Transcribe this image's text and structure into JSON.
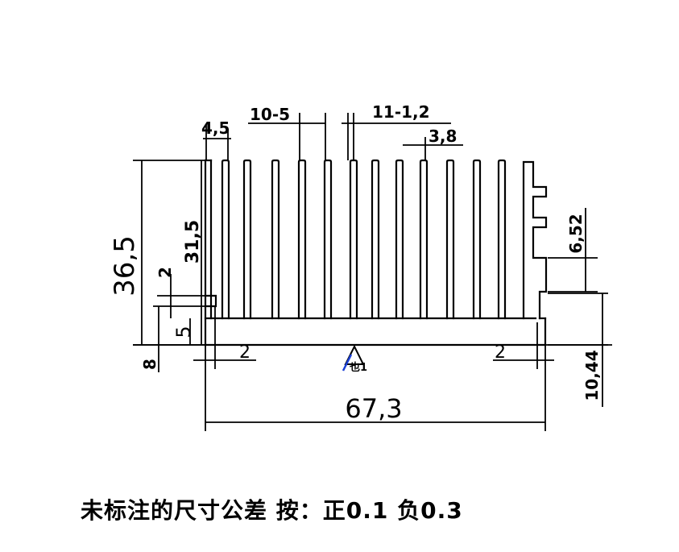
{
  "dimensions": {
    "overall_width": "67,3",
    "overall_height": "36,5",
    "fin_height": "31,5",
    "fin_pitch_group": "10-5",
    "fin_thickness_group": "11-1,2",
    "fin_gap": "3,8",
    "edge_offset": "4,5",
    "base_thickness": "5",
    "step_height": "2",
    "left_foot": "8",
    "left_base_offset": "2",
    "right_base_offset": "2",
    "right_notch_height": "6,52",
    "right_total_height": "10,44"
  },
  "datum_symbol": "△",
  "datum_label": "也1",
  "note": "未标注的尺寸公差 按：正0.1 负0.3",
  "colors": {
    "line": "#000000",
    "datum_mark": "#1a3fd6"
  }
}
